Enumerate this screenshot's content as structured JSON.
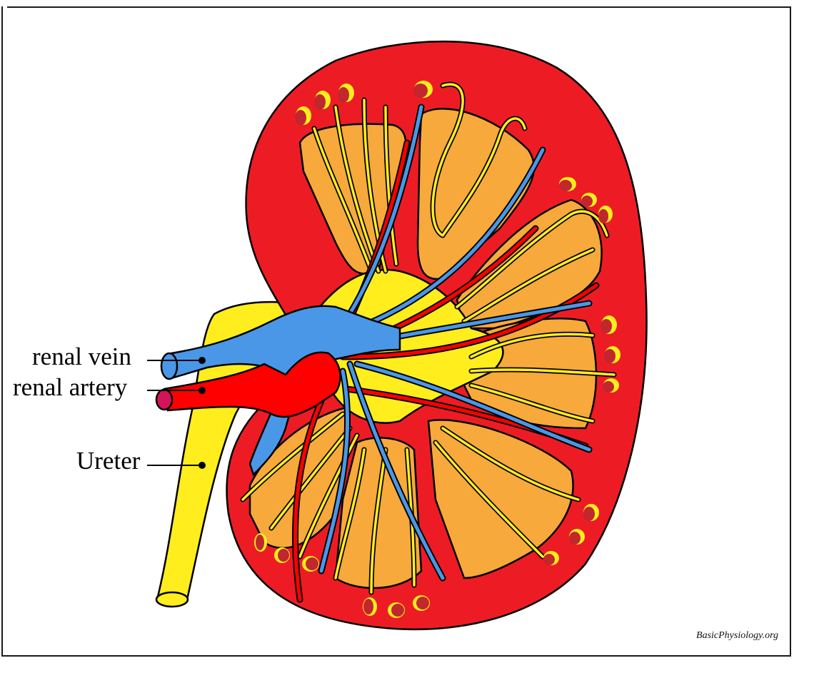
{
  "diagram": {
    "subject": "Kidney cross-section",
    "labels": [
      {
        "id": "renal-vein",
        "text": "renal vein"
      },
      {
        "id": "renal-artery",
        "text": "renal artery"
      },
      {
        "id": "ureter",
        "text": "Ureter"
      }
    ],
    "credit": "BasicPhysiology.org",
    "colors": {
      "cortex": "#ED1C24",
      "medulla": "#F7A93B",
      "pelvis_ureter": "#FFED1E",
      "vein": "#4A97E8",
      "artery": "#FF0000",
      "artery_lumen": "#D4145A",
      "glomerulus": "#C1272D",
      "outline": "#000000"
    }
  }
}
